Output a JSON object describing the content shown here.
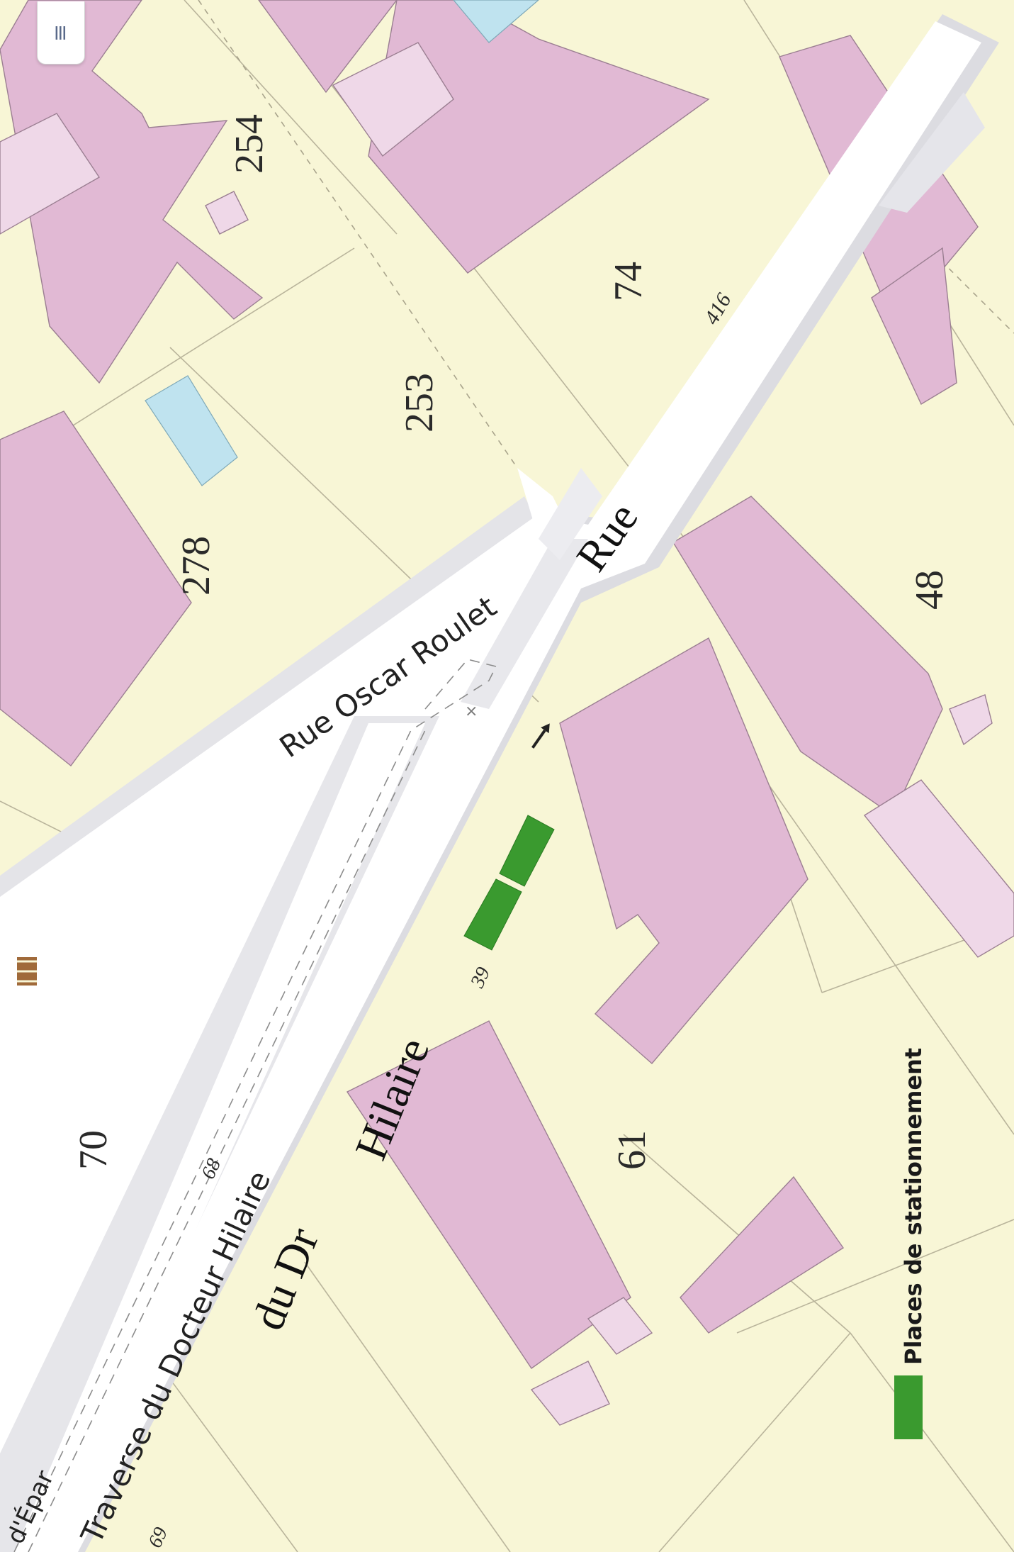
{
  "colors": {
    "parcel": "#f8f6d6",
    "building": "#e1b9d4",
    "building_light": "#efd8e8",
    "road": "#ffffff",
    "road_edge": "#d9d9de",
    "water": "#bfe3ef",
    "parking": "#3a9a2f",
    "line": "#b9b49b"
  },
  "map": {
    "parcel_numbers": [
      "254",
      "74",
      "253",
      "278",
      "48",
      "70",
      "61"
    ],
    "house_numbers": [
      "416",
      "39",
      "68",
      "69"
    ],
    "streets": {
      "oscar_roulet": "Rue Oscar Roulet",
      "traverse": "Traverse du Docteur Hilaire",
      "fragment_left": "d'Épar"
    },
    "overlay_labels": {
      "rue": "Rue",
      "du_dr": "du Dr",
      "hilaire": "Hilaire"
    }
  },
  "legend": {
    "label": "Places de stationnement"
  },
  "controls": {
    "menu_icon": "menu-icon",
    "menu_glyph": "≡"
  }
}
